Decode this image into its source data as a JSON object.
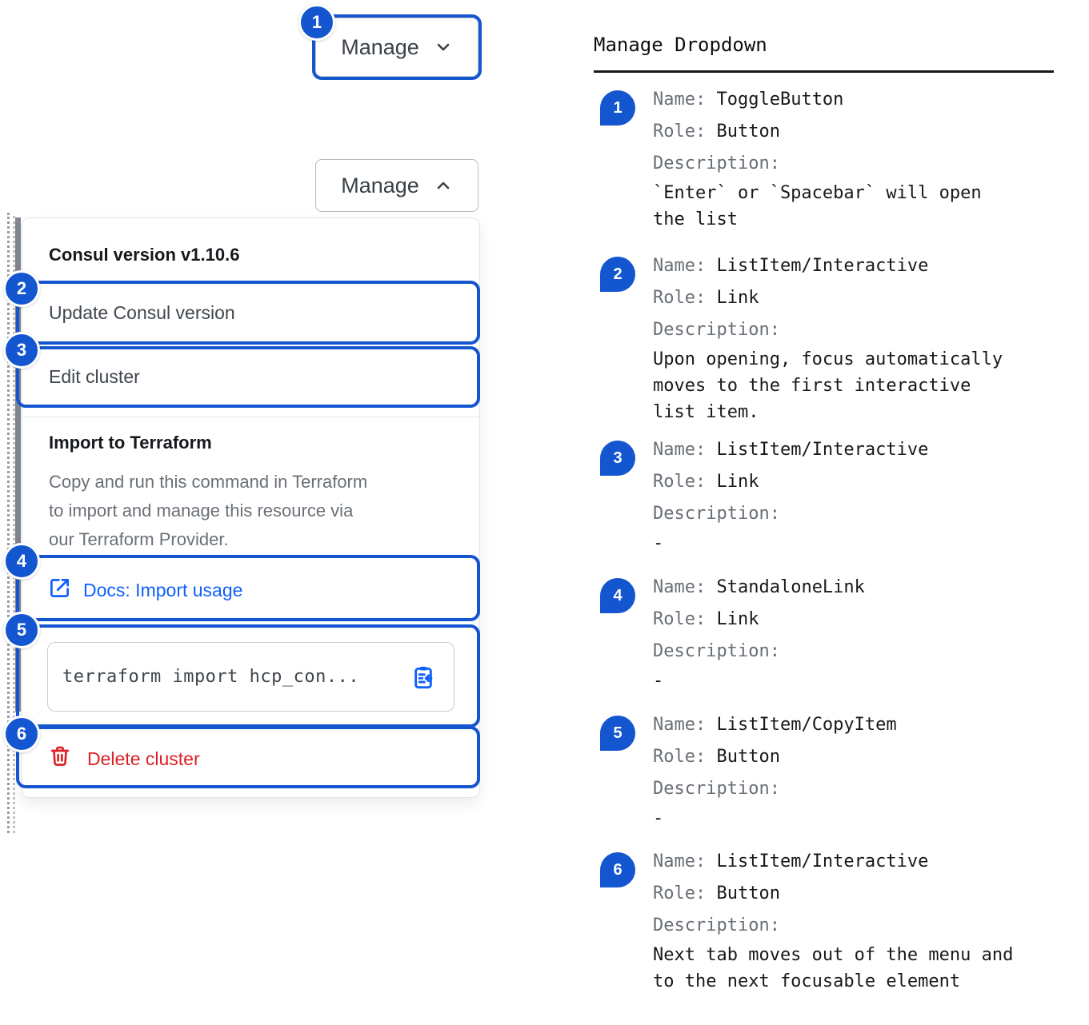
{
  "colors": {
    "annotation_blue": "#1456d0",
    "link_blue": "#1060ff",
    "danger_red": "#dc2127"
  },
  "left": {
    "manage_collapsed": {
      "label": "Manage"
    },
    "manage_expanded": {
      "label": "Manage"
    },
    "badge_numbers": {
      "b1": "1",
      "b2": "2",
      "b3": "3",
      "b4": "4",
      "b5": "5",
      "b6": "6"
    },
    "dropdown": {
      "version_header": "Consul version v1.10.6",
      "update_item": "Update Consul version",
      "edit_item": "Edit cluster",
      "terraform_title": "Import to Terraform",
      "terraform_description": "Copy and run this command in Terraform\nto import and manage this resource via\nour Terraform Provider.",
      "docs_link": "Docs: Import usage",
      "code_snippet": "terraform import hcp_con...",
      "delete_item": "Delete cluster"
    }
  },
  "right": {
    "title": "Manage Dropdown",
    "labels": {
      "name": "Name:",
      "role": "Role:",
      "description": "Description:"
    },
    "entries": [
      {
        "num": "1",
        "name": "ToggleButton",
        "role": "Button",
        "description": "`Enter` or `Spacebar` will open\nthe list"
      },
      {
        "num": "2",
        "name": "ListItem/Interactive",
        "role": "Link",
        "description": "Upon opening, focus automatically\nmoves to the first interactive\nlist item."
      },
      {
        "num": "3",
        "name": "ListItem/Interactive",
        "role": "Link",
        "description": "-"
      },
      {
        "num": "4",
        "name": "StandaloneLink",
        "role": "Link",
        "description": "-"
      },
      {
        "num": "5",
        "name": "ListItem/CopyItem",
        "role": "Button",
        "description": "-"
      },
      {
        "num": "6",
        "name": "ListItem/Interactive",
        "role": "Button",
        "description": "Next tab moves out of the menu and\nto the next focusable element"
      }
    ]
  }
}
